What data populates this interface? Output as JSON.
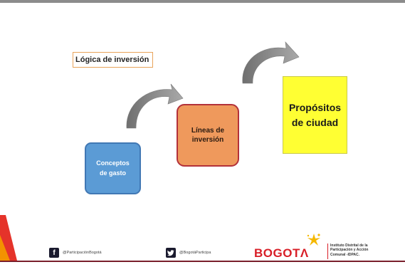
{
  "title": "Lógica de inversión",
  "nodes": [
    {
      "label": "Conceptos   de gasto",
      "color": "#5b9bd5"
    },
    {
      "label": "Líneas de inversión",
      "color": "#ef995c"
    },
    {
      "label": "Propósitos de ciudad",
      "color": "#ffff33"
    }
  ],
  "footer": {
    "facebook_handle": "@ParticipaciónBogotá",
    "twitter_handle": "@BogotáParticipa",
    "logo_text": "BOGOTΛ",
    "institute_line1": "Instituto Distrital de la",
    "institute_line2": "Participación y Acción",
    "institute_line3": "Comunal -IDPAC."
  },
  "colors": {
    "accent_red": "#d81e27",
    "arrow_gray": "#8a8a8a"
  }
}
